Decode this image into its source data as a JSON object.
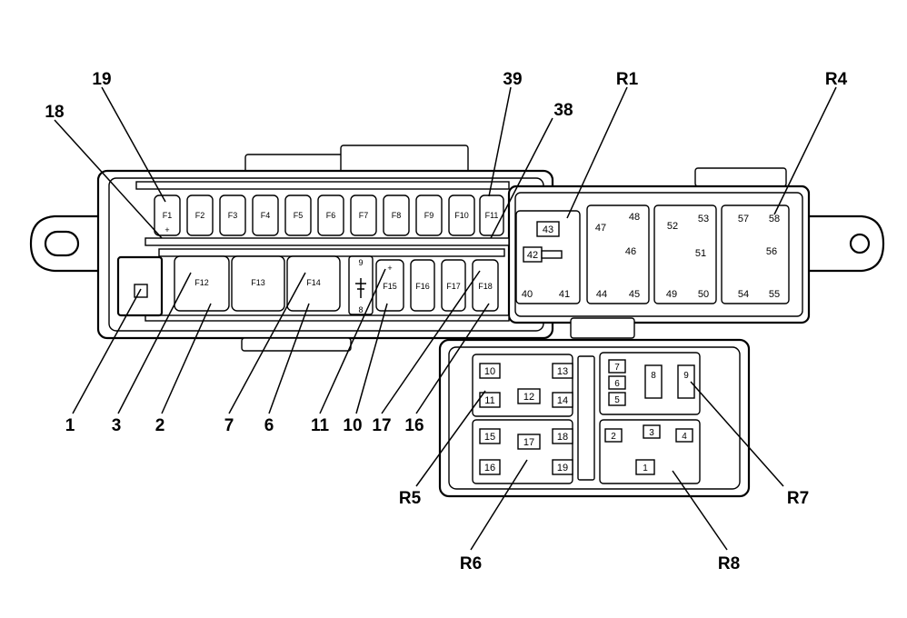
{
  "fuses_top": [
    "F1",
    "F2",
    "F3",
    "F4",
    "F5",
    "F6",
    "F7",
    "F8",
    "F9",
    "F10",
    "F11"
  ],
  "fuses_mid": [
    "F12",
    "F13",
    "F14",
    "F15",
    "F16",
    "F17",
    "F18"
  ],
  "small_marks": [
    "+",
    "9",
    "8",
    "+"
  ],
  "r1_pins": [
    "43",
    "42",
    "40",
    "41"
  ],
  "r2_pins": [
    "47",
    "48",
    "46",
    "44",
    "45"
  ],
  "r3_pins": [
    "52",
    "53",
    "51",
    "49",
    "50"
  ],
  "r4_pins": [
    "57",
    "58",
    "56",
    "54",
    "55"
  ],
  "r5_pins": [
    "10",
    "13",
    "11",
    "12",
    "14"
  ],
  "r6_pins": [
    "15",
    "17",
    "18",
    "16",
    "19"
  ],
  "r7_pins": [
    "7",
    "6",
    "5",
    "8",
    "9"
  ],
  "r8_pins": [
    "2",
    "3",
    "4",
    "1"
  ],
  "callouts_top": [
    "19",
    "18",
    "39",
    "38",
    "R1",
    "R4"
  ],
  "callouts_bottom": [
    "1",
    "3",
    "2",
    "7",
    "6",
    "11",
    "10",
    "17",
    "16"
  ],
  "callouts_bottom_right": [
    "R5",
    "R7",
    "R6",
    "R8"
  ]
}
